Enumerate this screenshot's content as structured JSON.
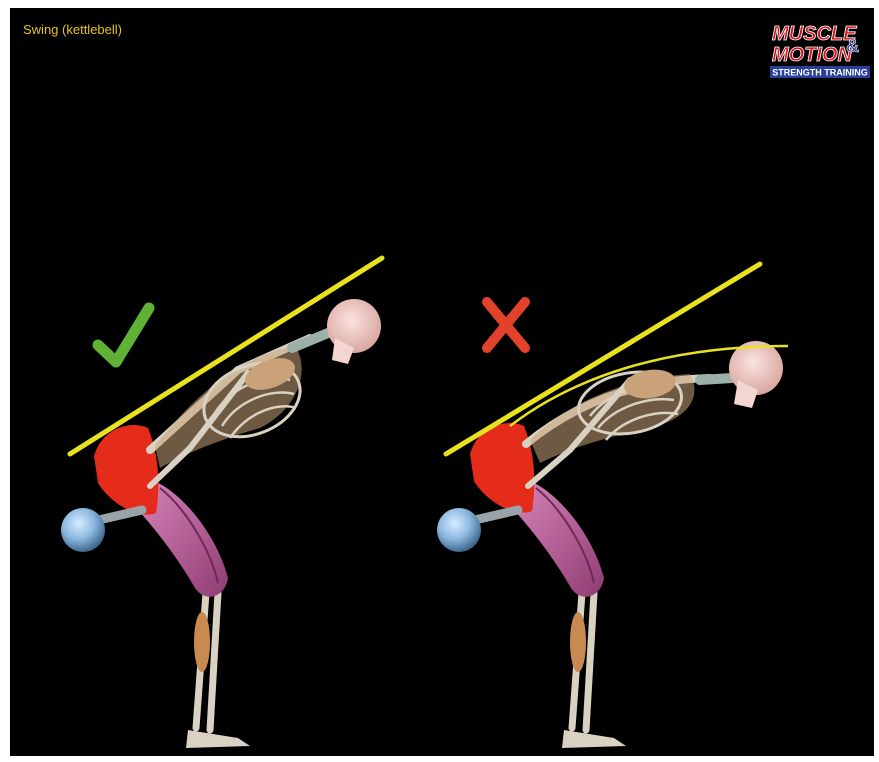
{
  "video": {
    "title": "Swing (kettlebell)"
  },
  "logo": {
    "line1": "MUSCLE",
    "ampersand": "&",
    "line2": "MOTION",
    "line3": "STRENGTH TRAINING"
  },
  "colors": {
    "background": "#000000",
    "title": "#e9c21f",
    "alignment_line": "#e8e21c",
    "check": "#5fb233",
    "cross": "#e3422a",
    "glute": "#e52b1a",
    "hamstring": "#c0609a",
    "kettlebell": "#8cb8e0",
    "bone": "#d9d2c2",
    "logo_red": "#d4131b",
    "logo_blue": "#2a3f9a"
  },
  "panels": [
    {
      "id": "correct",
      "icon": "check-icon"
    },
    {
      "id": "incorrect",
      "icon": "cross-icon"
    }
  ]
}
